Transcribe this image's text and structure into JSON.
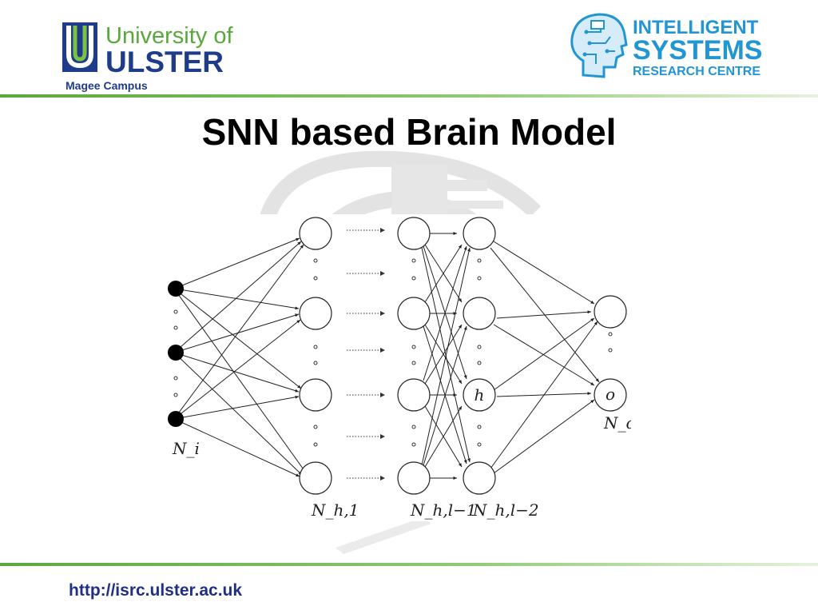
{
  "header": {
    "university_line1": "University of",
    "university_line2": "ULSTER",
    "campus": "Magee Campus",
    "centre_line1": "INTELLIGENT",
    "centre_line2": "SYSTEMS",
    "centre_line3": "RESEARCH CENTRE"
  },
  "slide": {
    "title": "SNN based Brain Model"
  },
  "diagram": {
    "input_label": "N_i",
    "hidden_1_label": "N_h,1",
    "hidden_l1_label": "N_h,l−1",
    "hidden_l2_label": "N_h,l−2",
    "output_label": "N_o",
    "h_node_label": "h",
    "o_node_label": "o"
  },
  "footer": {
    "url": "http://isrc.ulster.ac.uk"
  },
  "colors": {
    "brand_green": "#5aa83c",
    "brand_blue": "#1f3c8a",
    "isrc_blue": "#2196d3"
  }
}
